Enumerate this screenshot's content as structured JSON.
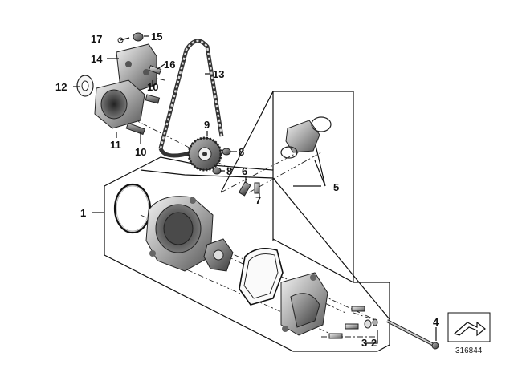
{
  "diagram": {
    "callouts": [
      {
        "id": "c1",
        "text": "1"
      },
      {
        "id": "c2",
        "text": "2"
      },
      {
        "id": "c3",
        "text": "3"
      },
      {
        "id": "c4",
        "text": "4"
      },
      {
        "id": "c5",
        "text": "5"
      },
      {
        "id": "c6",
        "text": "6"
      },
      {
        "id": "c7",
        "text": "7"
      },
      {
        "id": "c8a",
        "text": "8"
      },
      {
        "id": "c8b",
        "text": "8"
      },
      {
        "id": "c9",
        "text": "9"
      },
      {
        "id": "c10a",
        "text": "10"
      },
      {
        "id": "c10b",
        "text": "10"
      },
      {
        "id": "c11",
        "text": "11"
      },
      {
        "id": "c12",
        "text": "12"
      },
      {
        "id": "c13",
        "text": "13"
      },
      {
        "id": "c14",
        "text": "14"
      },
      {
        "id": "c15",
        "text": "15"
      },
      {
        "id": "c16",
        "text": "16"
      },
      {
        "id": "c17",
        "text": "17"
      }
    ],
    "reference_number": "316844"
  }
}
